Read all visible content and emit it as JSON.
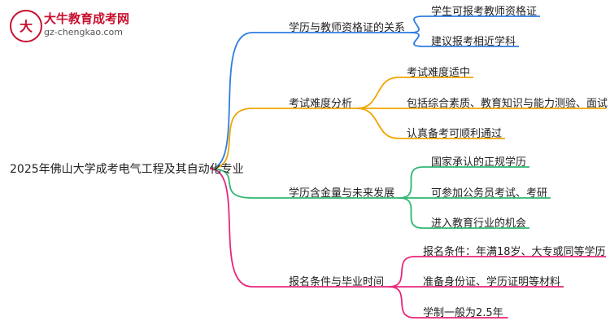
{
  "logo": {
    "title": "大牛教育成考网",
    "url": "gz-chengkao.com"
  },
  "root": "2025年佛山大学成考电气工程及其自动化专业",
  "colors": {
    "blue": "#2f7de1",
    "orange": "#f0a500",
    "green": "#2eb872",
    "pink": "#e8267a"
  },
  "branches": [
    {
      "label": "学历与教师资格证的关系",
      "color": "blue",
      "children": [
        "学生可报考教师资格证",
        "建议报考相近学科"
      ]
    },
    {
      "label": "考试难度分析",
      "color": "orange",
      "children": [
        "考试难度适中",
        "包括综合素质、教育知识与能力测验、面试",
        "认真备考可顺利通过"
      ]
    },
    {
      "label": "学历含金量与未来发展",
      "color": "green",
      "children": [
        "国家承认的正规学历",
        "可参加公务员考试、考研",
        "进入教育行业的机会"
      ]
    },
    {
      "label": "报名条件与毕业时间",
      "color": "pink",
      "children": [
        "报名条件：年满18岁、大专或同等学历",
        "准备身份证、学历证明等材料",
        "学制一般为2.5年"
      ]
    }
  ]
}
